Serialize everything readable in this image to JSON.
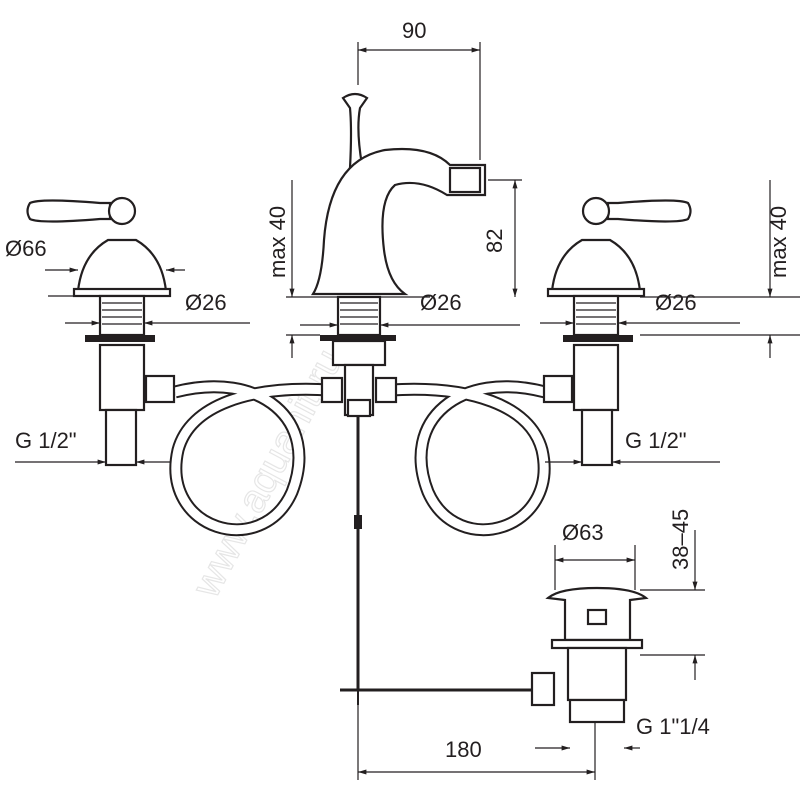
{
  "watermark": "www.aquanit.ru",
  "dimensions": {
    "spout_reach": "90",
    "max_height_center": "max 40",
    "max_height_right": "max 40",
    "spout_height": "82",
    "valve_diameter": "Ø66",
    "hole_left": "Ø26",
    "hole_center": "Ø26",
    "hole_right": "Ø26",
    "thread_left": "G 1/2\"",
    "thread_right": "G 1/2\"",
    "drain_diameter": "Ø63",
    "drain_range": "38–45",
    "rod_length": "180",
    "drain_thread": "G 1\"1/4"
  },
  "colors": {
    "line": "#231f20",
    "background": "#ffffff"
  }
}
